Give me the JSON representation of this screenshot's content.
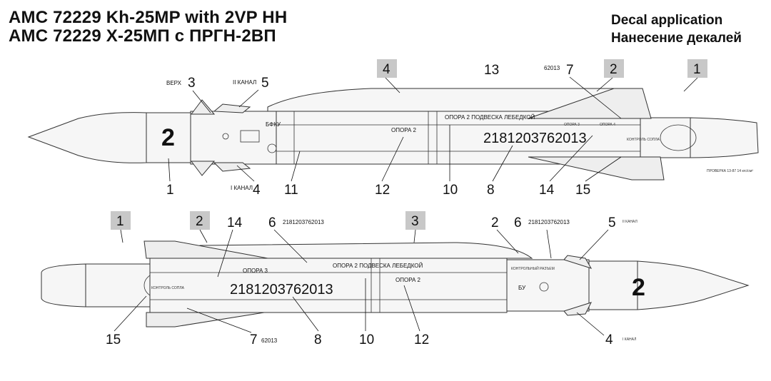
{
  "title": {
    "line1": "AMC 72229 Kh-25MP with 2VP HH",
    "line2": "AMC 72229 X-25МП с ПРГН-2ВП"
  },
  "header": {
    "line1": "Decal application",
    "line2": "Нанесение декалей"
  },
  "top_view": {
    "markings": {
      "big_number": "2",
      "serial": "2181203762013",
      "verkh": "ВЕРХ",
      "kanal2": "II КАНАЛ",
      "kanal1": "I КАНАЛ",
      "bfku": "БФКУ",
      "opora2": "ОПОРА 2",
      "podveska": "ОПОРА 2 ПОДВЕСКА ЛЕБЕДКОЙ",
      "kontrol_sopla": "КОНТРОЛЬ СОПЛА",
      "opora3": "ОПОРА 3",
      "opora4": "ОПОРА 4",
      "proverka": "ПРОВЕРКА 13-87 14 кгс/см²",
      "code_62013": "62013"
    },
    "labels": [
      "3",
      "5",
      "13",
      "7",
      "1",
      "4",
      "11",
      "12",
      "10",
      "8",
      "14",
      "15",
      "1",
      "4"
    ],
    "boxes": [
      "4",
      "2",
      "1"
    ]
  },
  "bottom_view": {
    "markings": {
      "big_number": "2",
      "serial": "2181203762013",
      "serial_small": "2181203762013",
      "serial_small2": "2181203762013",
      "kanal2": "II КАНАЛ",
      "kanal1": "I КАНАЛ",
      "opora2": "ОПОРА 2",
      "opora3": "ОПОРА 3",
      "podveska": "ОПОРА 2 ПОДВЕСКА ЛЕБЕДКОЙ",
      "kontrol_razem": "КОНТРОЛЬНЫЙ РАЗЪЕМ",
      "bu": "БУ",
      "kontrol_sopla": "КОНТРОЛЬ СОПЛА",
      "code_62013": "62013"
    },
    "labels": [
      "14",
      "6",
      "2",
      "6",
      "5",
      "15",
      "7",
      "8",
      "10",
      "12",
      "4"
    ],
    "boxes": [
      "1",
      "2",
      "3"
    ]
  }
}
